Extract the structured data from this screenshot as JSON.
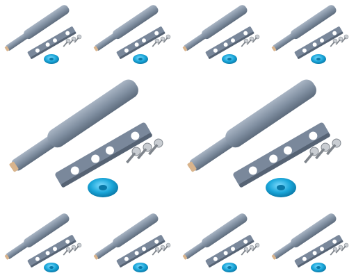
{
  "colors": {
    "background": "#ffffff",
    "body": "#7f8ea0",
    "body_light": "#a9b5c4",
    "body_dark": "#5d6b7c",
    "strip": "#7a889b",
    "strip_dark": "#566374",
    "hole": "#ffffff",
    "cap": "#d9b48c",
    "screw": "#c9cdd2",
    "screw_dark": "#7f858c",
    "disc": "#1aa6d9",
    "disc_dark": "#0a79a8"
  },
  "items": [
    {
      "name": "product-set-1",
      "icon": "push-latch-kit-icon"
    },
    {
      "name": "product-set-2",
      "icon": "push-latch-kit-icon"
    },
    {
      "name": "product-set-3",
      "icon": "push-latch-kit-icon"
    },
    {
      "name": "product-set-4",
      "icon": "push-latch-kit-icon"
    },
    {
      "name": "product-set-large-1",
      "icon": "push-latch-kit-icon"
    },
    {
      "name": "product-set-large-2",
      "icon": "push-latch-kit-icon"
    },
    {
      "name": "product-set-5",
      "icon": "push-latch-kit-icon"
    },
    {
      "name": "product-set-6",
      "icon": "push-latch-kit-icon"
    },
    {
      "name": "product-set-7",
      "icon": "push-latch-kit-icon"
    },
    {
      "name": "product-set-8",
      "icon": "push-latch-kit-icon"
    }
  ]
}
